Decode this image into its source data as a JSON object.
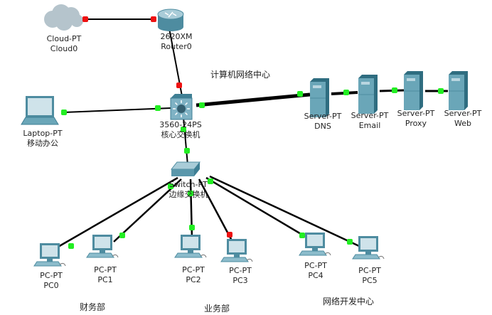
{
  "colors": {
    "link_up": "#22ee22",
    "link_down": "#ee1111",
    "device": "#6aa6b8"
  },
  "nodes": {
    "cloud0": {
      "type": "Cloud-PT",
      "name": "Cloud0",
      "icon": "cloud-icon"
    },
    "router0": {
      "type": "2620XM",
      "name": "Router0",
      "icon": "router-icon"
    },
    "core": {
      "type": "3560-24PS",
      "name": "核心交换机",
      "icon": "multilayer-switch-icon"
    },
    "laptop": {
      "type": "Laptop-PT",
      "name": "移动办公",
      "icon": "laptop-icon"
    },
    "dns": {
      "type": "Server-PT",
      "name": "DNS",
      "icon": "server-icon"
    },
    "email": {
      "type": "Server-PT",
      "name": "Email",
      "icon": "server-icon"
    },
    "proxy": {
      "type": "Server-PT",
      "name": "Proxy",
      "icon": "server-icon"
    },
    "web": {
      "type": "Server-PT",
      "name": "Web",
      "icon": "server-icon"
    },
    "edge": {
      "type": "Switch-PT",
      "name": "边缘交换机",
      "icon": "switch-icon"
    },
    "pc0": {
      "type": "PC-PT",
      "name": "PC0",
      "icon": "pc-icon"
    },
    "pc1": {
      "type": "PC-PT",
      "name": "PC1",
      "icon": "pc-icon"
    },
    "pc2": {
      "type": "PC-PT",
      "name": "PC2",
      "icon": "pc-icon"
    },
    "pc3": {
      "type": "PC-PT",
      "name": "PC3",
      "icon": "pc-icon"
    },
    "pc4": {
      "type": "PC-PT",
      "name": "PC4",
      "icon": "pc-icon"
    },
    "pc5": {
      "type": "PC-PT",
      "name": "PC5",
      "icon": "pc-icon"
    }
  },
  "labels": {
    "center": "计算机网络中心",
    "finance": "财务部",
    "business": "业务部",
    "dev": "网络开发中心"
  },
  "links": [
    {
      "from": "cloud0",
      "to": "router0",
      "status": "down"
    },
    {
      "from": "router0",
      "to": "core",
      "status": "down"
    },
    {
      "from": "laptop",
      "to": "core",
      "status": "up"
    },
    {
      "from": "core",
      "to": "dns",
      "status": "up"
    },
    {
      "from": "dns",
      "to": "email",
      "status": "up"
    },
    {
      "from": "email",
      "to": "proxy",
      "status": "up"
    },
    {
      "from": "proxy",
      "to": "web",
      "status": "up"
    },
    {
      "from": "core",
      "to": "edge",
      "status": "up"
    },
    {
      "from": "edge",
      "to": "pc0",
      "status": "up"
    },
    {
      "from": "edge",
      "to": "pc1",
      "status": "up"
    },
    {
      "from": "edge",
      "to": "pc2",
      "status": "up"
    },
    {
      "from": "edge",
      "to": "pc3",
      "status": "down"
    },
    {
      "from": "edge",
      "to": "pc4",
      "status": "up"
    },
    {
      "from": "edge",
      "to": "pc5",
      "status": "up"
    }
  ]
}
